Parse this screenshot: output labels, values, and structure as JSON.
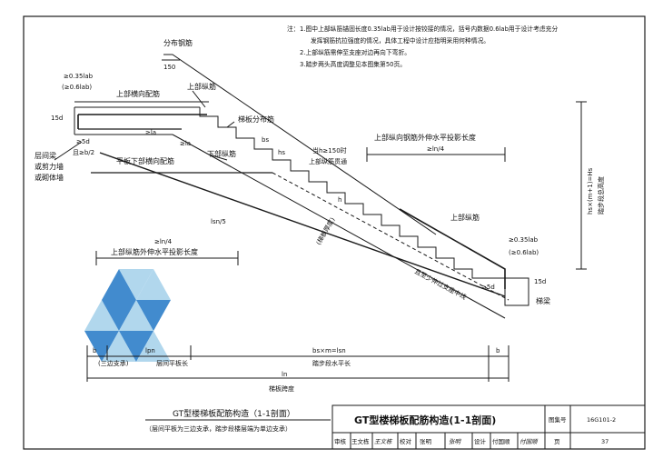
{
  "notes": {
    "prefix": "注：",
    "lines": [
      "1.图中上部纵筋锚固长度0.35lab用于设计按铰接的情况，括号内数据0.6lab用于设计考虑充分",
      "发挥钢筋抗拉强度的情况，具体工程中设计应指明采用何种情况。",
      "2.上部纵筋需伸至支座对边再向下弯折。",
      "3.踏步两头高度调整见本图集第50页。"
    ]
  },
  "labels": {
    "dist_bar": "分布钢筋",
    "dim_150": "150",
    "anchor_035": "≥0.35lab",
    "anchor_06": "(≥0.6lab)",
    "dim_15d_left": "15d",
    "ge5d_left": "≥5d",
    "ge_b2": "且≥b/2",
    "upper_trans_bar": "上部横向配筋",
    "upper_long_bar": "上部纵筋",
    "slab_dist_bar": "梯板分布筋",
    "dim_la_1": "≥la",
    "dim_la_2": "≥la",
    "dim_bs": "bs",
    "dim_hs": "hs",
    "slab_lower_trans": "平板下部横向配筋",
    "lower_long_bar": "下部纵筋",
    "support_wall": [
      "层间梁",
      "或剪力墙",
      "或砌体墙"
    ],
    "continuous_note_1": "当h≥150时",
    "continuous_note_2": "上部纵筋贯通",
    "upper_ext_right": "上部纵向钢筋外伸水平投影长度",
    "ln4_right": "≥ln/4",
    "thickness_h": "h",
    "slab_thickness": "(梯板厚度)",
    "lsn5": "lsn/5",
    "ln4_left": "≥ln/4",
    "upper_ext_left": "上部纵筋外伸水平投影长度",
    "upper_long_bar_right": "上部纵筋",
    "anchor_035_r": "≥0.35lab",
    "anchor_06_r": "(≥0.6lab)",
    "dim_15d_right": "15d",
    "ge5d_right": "≥5d",
    "stair_beam": "梯梁",
    "to_support": "且至少伸过支座中线",
    "vertical_height": "hs×(m+1)=Hs",
    "vertical_sub": "踏步段总高度",
    "dim_b_left": "b",
    "dim_lpn": "lpn",
    "dim_b_right": "b",
    "three_side": "(三边支承)",
    "slab_length": "层间平板长",
    "bs_m": "bs×m=lsn",
    "step_horiz": "踏步段水平长",
    "dim_ln": "ln",
    "slab_span": "梯板跨度"
  },
  "caption": {
    "title": "GT型楼梯板配筋构造（1-1剖面）",
    "subtitle": "（层间平板为三边支承，踏步段楼层端为单边支承）"
  },
  "titleblock": {
    "main_title": "GT型楼梯板配筋构造(1-1剖面)",
    "atlas_label": "图集号",
    "atlas_no": "16G101-2",
    "review_label": "审核",
    "reviewer": "王文栋",
    "review_sign": "王文栋",
    "check_label": "校对",
    "checker": "张明",
    "check_sign": "张明",
    "design_label": "设计",
    "designer": "付国顺",
    "design_sign": "付国顺",
    "page_label": "页",
    "page_no": "37"
  },
  "colors": {
    "line": "#1a1a1a",
    "watermark_dark": "#2e7fc9",
    "watermark_light": "#a9d3ec"
  }
}
